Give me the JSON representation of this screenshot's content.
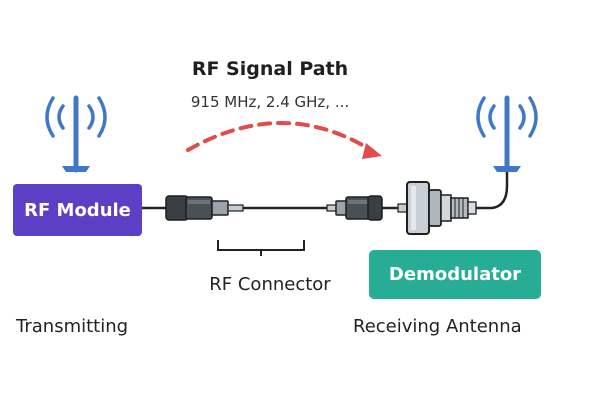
{
  "title": "RF Signal Path",
  "subtitle": "915 MHz, 2.4 GHz, ...",
  "nodes": {
    "rf_module": "RF Module",
    "demodulator": "Demodulator"
  },
  "labels": {
    "connector": "RF Connector",
    "transmitting": "Transmitting",
    "receiving_antenna": "Receiving Antenna"
  },
  "colors": {
    "rf_module": "#5b3fc4",
    "demodulator": "#27ad96",
    "antenna": "#3f78c9",
    "signal_arrow": "#e24b4b",
    "cable": "#222222"
  },
  "icons": [
    "antenna-icon",
    "rf-cable-plug-icon",
    "sma-connector-icon"
  ]
}
